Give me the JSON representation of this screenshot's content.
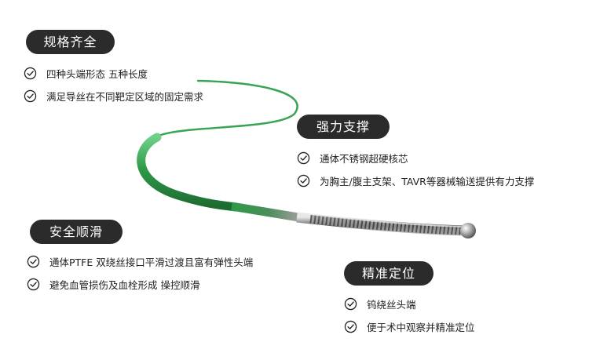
{
  "colors": {
    "pill_bg": "#2b2b2b",
    "pill_text": "#ffffff",
    "text": "#222222",
    "wire_green": "#2e9a48",
    "coil_metal": "#8c8c8c"
  },
  "icons": {
    "feature_bullet": "check-circle-icon"
  },
  "sections": [
    {
      "title": "规格齐全",
      "items": [
        "四种头端形态 五种长度",
        "满足导丝在不同靶定区域的固定需求"
      ]
    },
    {
      "title": "强力支撑",
      "items": [
        "通体不锈钢超硬核芯",
        "为胸主/腹主支架、TAVR等器械输送提供有力支撑"
      ]
    },
    {
      "title": "安全顺滑",
      "items": [
        "通体PTFE 双绕丝接口平滑过渡且富有弹性头端",
        "避免血管损伤及血栓形成 操控顺滑"
      ]
    },
    {
      "title": "精准定位",
      "items": [
        "钨绕丝头端",
        "便于术中观察并精准定位"
      ]
    }
  ]
}
